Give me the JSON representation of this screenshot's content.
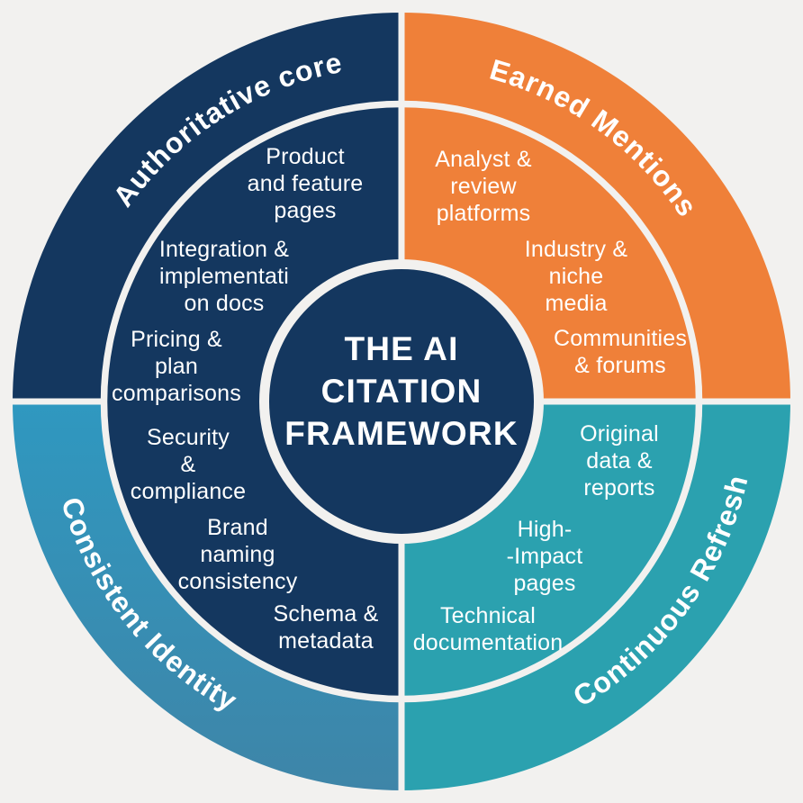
{
  "title": {
    "lines": [
      "THE AI",
      "CITATION",
      "FRAMEWORK"
    ]
  },
  "ring_labels": {
    "top_left": "Authoritative core",
    "top_right": "Earned Mentions",
    "bottom_left": "Consistent Identity",
    "bottom_right": "Continuous Refresh"
  },
  "segments": {
    "navy": {
      "items": [
        {
          "lines": [
            "Product",
            "and feature",
            "pages"
          ]
        },
        {
          "lines": [
            "Integration &",
            "implementati",
            "on docs"
          ]
        },
        {
          "lines": [
            "Pricing &",
            "plan",
            "comparisons"
          ]
        },
        {
          "lines": [
            "Security",
            "&",
            "compliance"
          ]
        },
        {
          "lines": [
            "Brand",
            "naming",
            "consistency"
          ]
        },
        {
          "lines": [
            "Schema &",
            "metadata"
          ]
        }
      ]
    },
    "orange": {
      "items": [
        {
          "lines": [
            "Analyst &",
            "review",
            "platforms"
          ]
        },
        {
          "lines": [
            "Industry &",
            "niche",
            "media"
          ]
        },
        {
          "lines": [
            "Communities",
            "& forums"
          ]
        }
      ]
    },
    "teal": {
      "items": [
        {
          "lines": [
            "Original",
            "data &",
            "reports"
          ]
        },
        {
          "lines": [
            "High-",
            "-Impact",
            "pages"
          ]
        },
        {
          "lines": [
            "Technical",
            "documentation"
          ]
        }
      ]
    }
  },
  "colors": {
    "background": "#f2f1ef",
    "navy": "#14375f",
    "orange": "#ef8039",
    "teal": "#2ba1af",
    "blue_top": "#2f98c0",
    "blue_bottom": "#3e85a8",
    "text": "#ffffff"
  }
}
